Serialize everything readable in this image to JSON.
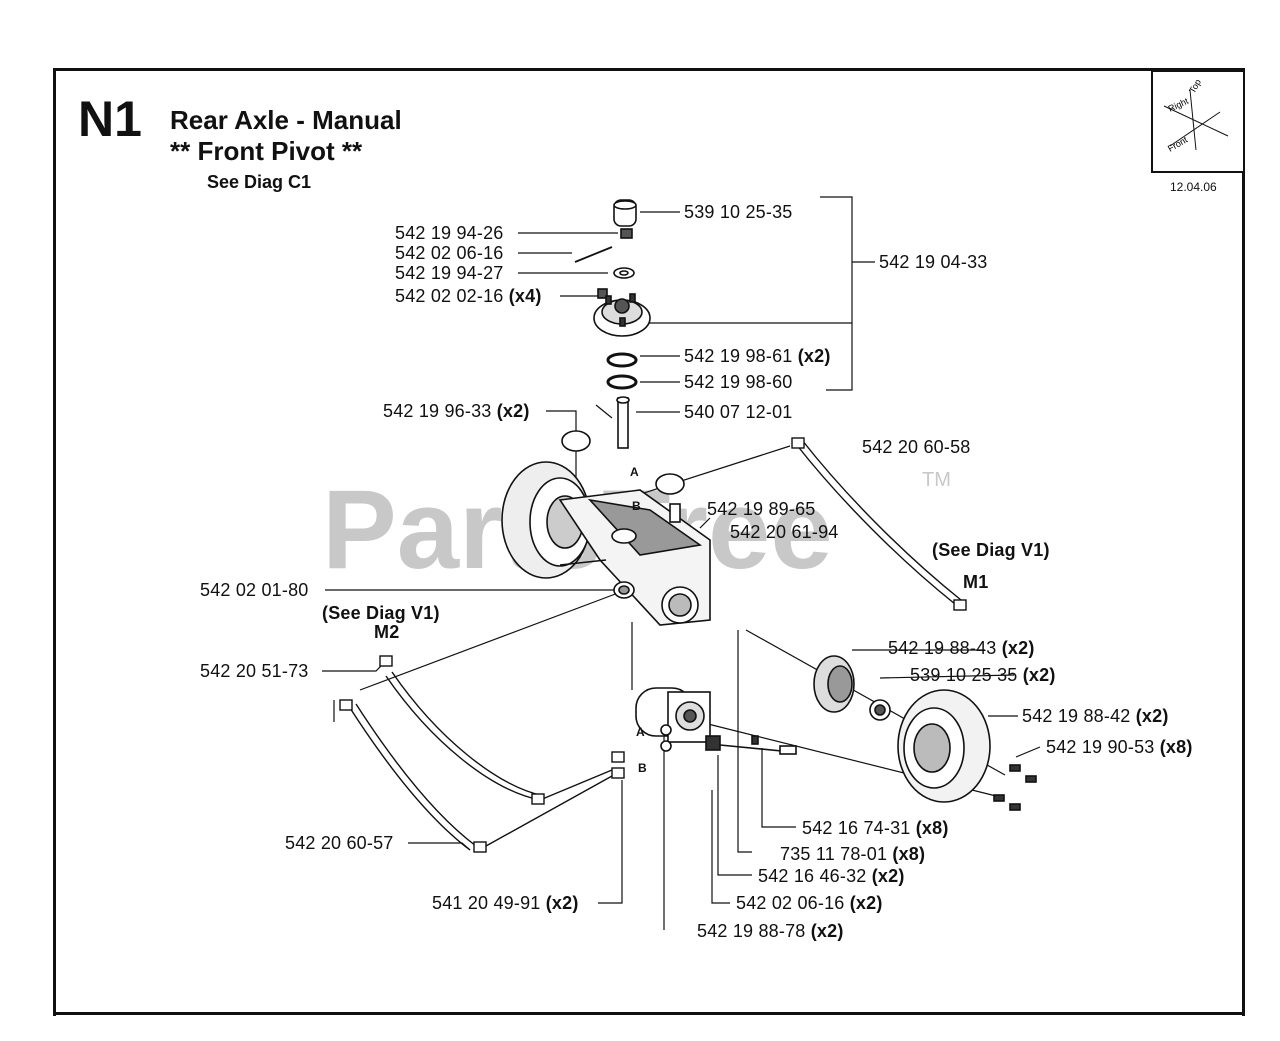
{
  "header": {
    "section": "N1",
    "title": "Rear Axle - Manual",
    "subtitle": "** Front Pivot **",
    "see_diag": "See Diag C1",
    "date": "12.04.06"
  },
  "orientation": {
    "top": "Top",
    "right": "Right",
    "front": "Front"
  },
  "watermark": {
    "text": "PartsTree",
    "tm": "TM"
  },
  "labels": {
    "p1": "539 10 25-35",
    "p2": "542 19 94-26",
    "p3": "542 02 06-16",
    "p4": "542 19 94-27",
    "p5": "542 02 02-16",
    "p5q": "(x4)",
    "p6": "542 19 04-33",
    "p7": "542 19 98-61",
    "p7q": "(x2)",
    "p8": "542 19 98-60",
    "p9": "542 19 96-33",
    "p9q": "(x2)",
    "p10": "540 07 12-01",
    "p11": "542 20 60-58",
    "p12": "542 19 89-65",
    "p13": "542 20 61-94",
    "p14": "(See Diag V1)",
    "p15": "M1",
    "p16": "542 02 01-80",
    "p17": "(See Diag  V1)",
    "p18": "M2",
    "p19": "542 20 51-73",
    "p20": "542 19 88-43",
    "p20q": "(x2)",
    "p21": "539 10 25 35",
    "p21q": "(x2)",
    "p22": "542 19 88-42",
    "p22q": "(x2)",
    "p23": "542 19 90-53",
    "p23q": "(x8)",
    "p24": "542 16 74-31",
    "p24q": "(x8)",
    "p25": "735 11 78-01",
    "p25q": "(x8)",
    "p26": "542 16 46-32",
    "p26q": "(x2)",
    "p27": "542 20 60-57",
    "p28": "542 02 06-16",
    "p28q": "(x2)",
    "p29": "541 20 49-91",
    "p29q": "(x2)",
    "p30": "542 19 88-78",
    "p30q": "(x2)",
    "portA1": "A",
    "portB1": "B",
    "portA2": "A",
    "portB2": "B"
  }
}
